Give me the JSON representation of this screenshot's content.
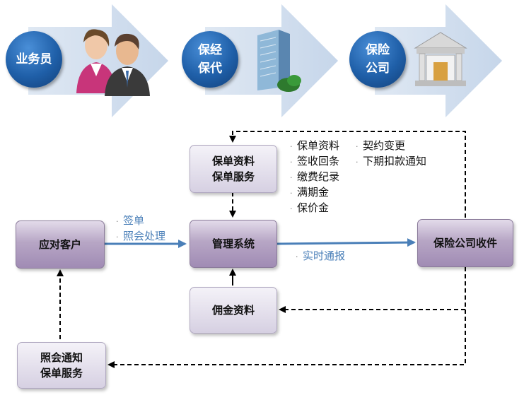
{
  "top_flow": [
    {
      "label_lines": [
        "业务员"
      ],
      "icon": "people-icon"
    },
    {
      "label_lines": [
        "保经",
        "保代"
      ],
      "icon": "building-icon"
    },
    {
      "label_lines": [
        "保险",
        "公司"
      ],
      "icon": "bank-icon"
    }
  ],
  "boxes": {
    "policy_service": [
      "保单资料",
      "保单服务"
    ],
    "respond_client": [
      "应对客户"
    ],
    "management_system": [
      "管理系统"
    ],
    "insurer_receipt": [
      "保险公司收件"
    ],
    "commission": [
      "佣金资料"
    ],
    "notice_service": [
      "照会通知",
      "保单服务"
    ]
  },
  "notes": {
    "col1": [
      "保单资料",
      "签收回条",
      "缴费纪录",
      "满期金",
      "保价金"
    ],
    "col2": [
      "契约变更",
      "下期扣款通知"
    ],
    "sign": [
      "签单",
      "照会处理"
    ],
    "realtime": [
      "实时通报"
    ]
  },
  "colors": {
    "accent_blue": "#4a7fb8",
    "circle_blue": "#1f5fa8",
    "box_purple": "#a08bb4"
  }
}
